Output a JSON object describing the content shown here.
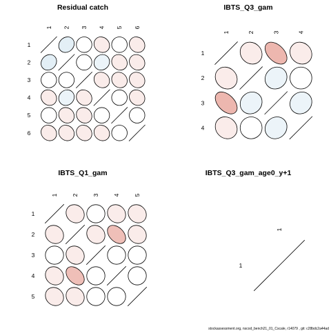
{
  "footer": "stockassessment.org, nscod_bench21_01_Cscale, r14079 , git: c28bdc2a44ad",
  "chart_data": [
    {
      "type": "heatmap",
      "title": "Residual catch",
      "labels": [
        "1",
        "2",
        "3",
        "4",
        "5",
        "6"
      ],
      "correlation": [
        [
          1.0,
          0.15,
          0.0,
          -0.12,
          0.0,
          -0.12
        ],
        [
          0.15,
          1.0,
          0.0,
          0.1,
          -0.12,
          -0.12
        ],
        [
          0.0,
          0.0,
          1.0,
          -0.12,
          -0.12,
          -0.12
        ],
        [
          -0.12,
          0.1,
          -0.12,
          1.0,
          0.0,
          -0.12
        ],
        [
          0.0,
          -0.12,
          -0.12,
          0.0,
          1.0,
          0.0
        ],
        [
          -0.12,
          -0.12,
          -0.12,
          -0.12,
          0.0,
          1.0
        ]
      ]
    },
    {
      "type": "heatmap",
      "title": "IBTS_Q3_gam",
      "labels": [
        "1",
        "2",
        "3",
        "4"
      ],
      "correlation": [
        [
          1.0,
          -0.12,
          -0.45,
          -0.12
        ],
        [
          -0.12,
          1.0,
          0.1,
          0.0
        ],
        [
          -0.45,
          0.1,
          1.0,
          0.1
        ],
        [
          -0.12,
          0.0,
          0.1,
          1.0
        ]
      ]
    },
    {
      "type": "heatmap",
      "title": "IBTS_Q1_gam",
      "labels": [
        "1",
        "2",
        "3",
        "4",
        "5"
      ],
      "correlation": [
        [
          1.0,
          -0.12,
          0.0,
          -0.12,
          -0.12
        ],
        [
          -0.12,
          1.0,
          -0.12,
          -0.4,
          -0.12
        ],
        [
          0.0,
          -0.12,
          1.0,
          0.0,
          0.0
        ],
        [
          -0.12,
          -0.4,
          0.0,
          1.0,
          0.0
        ],
        [
          -0.12,
          -0.12,
          0.0,
          0.0,
          1.0
        ]
      ]
    },
    {
      "type": "heatmap",
      "title": "IBTS_Q3_gam_age0_y+1",
      "labels": [
        "1"
      ],
      "correlation": [
        [
          1.0
        ]
      ]
    }
  ]
}
